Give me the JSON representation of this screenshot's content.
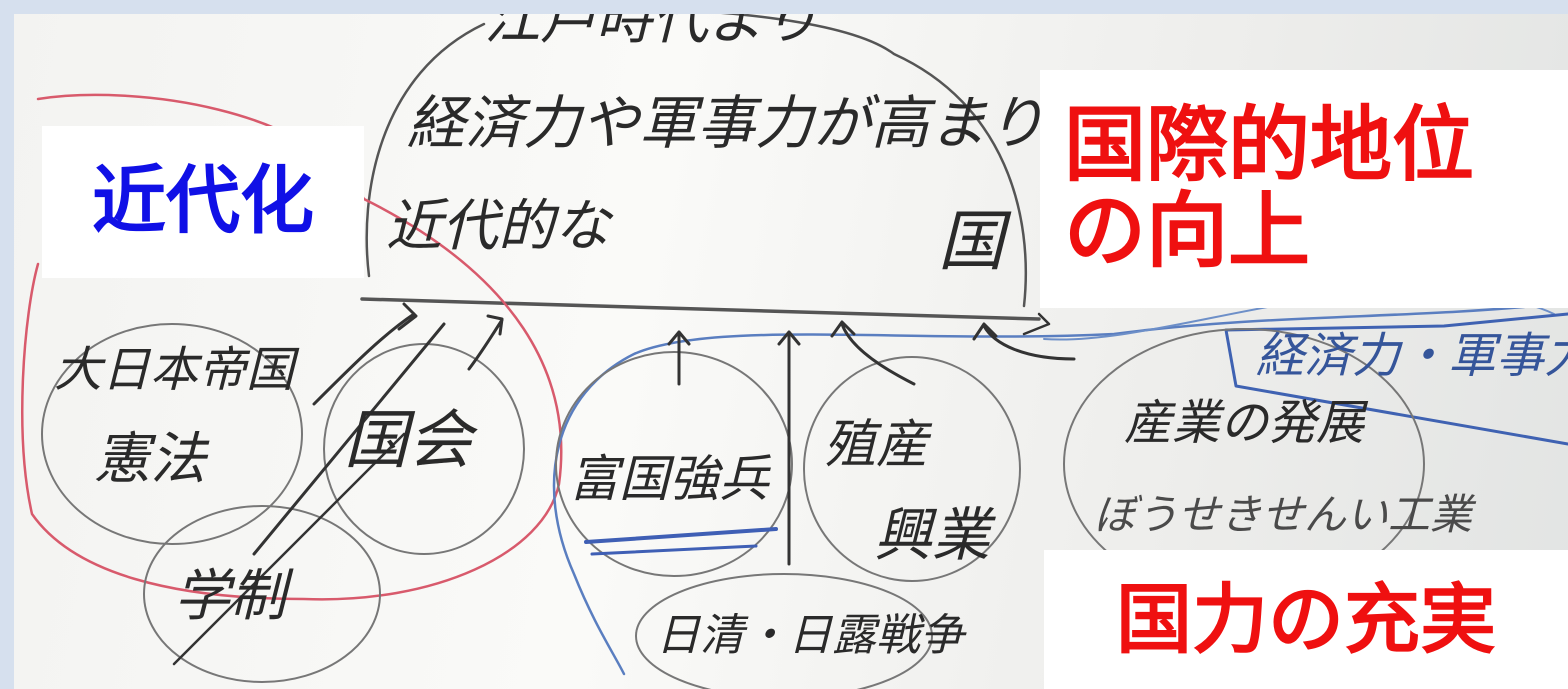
{
  "whiteboard": {
    "top_note": {
      "line1": "江戸時代より",
      "line2": "経済力や軍事力が高まり",
      "line3": "近代的な",
      "kuni": "国"
    },
    "pillars": {
      "constitution_line1": "大日本帝国",
      "constitution_line2": "憲法",
      "diet": "国会",
      "fukoku_kyohei": "富国強兵",
      "shokusan_line1": "殖産",
      "shokusan_line2": "興業",
      "industry_line1": "産業の発展",
      "industry_line2": "ぼうせきせんい工業",
      "gakusei": "学制",
      "wars": "日清・日露戦争"
    },
    "blue_box_note": "経済力・軍事力"
  },
  "labels": {
    "kindaika": "近代化",
    "kokusai_line1": "国際的地位",
    "kokusai_line2": "の向上",
    "kokuryoku": "国力の充実"
  }
}
